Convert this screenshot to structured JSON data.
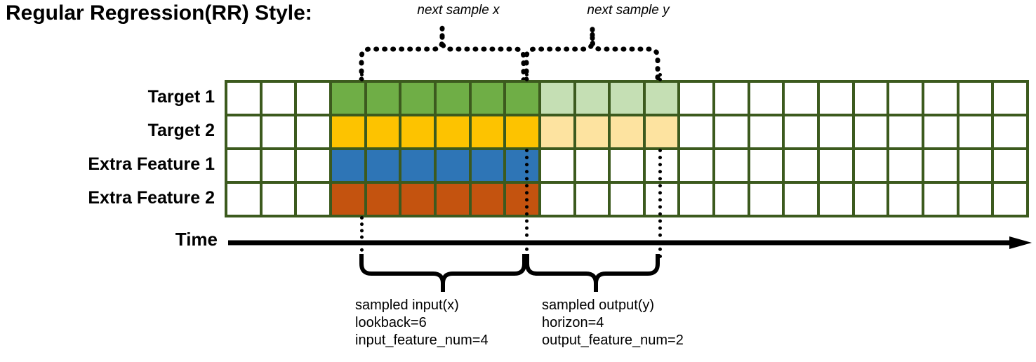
{
  "title": "Regular Regression(RR) Style:",
  "captions": {
    "next_sample_x": "next sample x",
    "next_sample_y": "next sample y"
  },
  "rows": [
    {
      "label": "Target 1",
      "key": "target-1"
    },
    {
      "label": "Target 2",
      "key": "target-2"
    },
    {
      "label": "Extra Feature 1",
      "key": "extra-feature-1"
    },
    {
      "label": "Extra Feature 2",
      "key": "extra-feature-2"
    }
  ],
  "time_axis": {
    "label": "Time",
    "arrow": "right-arrow-icon"
  },
  "annotations": {
    "input": {
      "line1": "sampled input(x)",
      "line2": "lookback=6",
      "line3": "input_feature_num=4"
    },
    "output": {
      "line1": "sampled output(y)",
      "line2": "horizon=4",
      "line3": "output_feature_num=2"
    }
  },
  "chart_data": {
    "type": "heatmap",
    "title": "Regular Regression(RR) Style:",
    "xlabel": "Time",
    "ylabel": "",
    "columns": 23,
    "row_names": [
      "Target 1",
      "Target 2",
      "Extra Feature 1",
      "Extra Feature 2"
    ],
    "lookback": 6,
    "horizon": 4,
    "input_feature_num": 4,
    "output_feature_num": 2,
    "input_window_columns": [
      3,
      4,
      5,
      6,
      7,
      8
    ],
    "output_window_columns": [
      9,
      10,
      11,
      12
    ],
    "legend": [
      "sampled input(x)",
      "sampled output(y)",
      "next sample x",
      "next sample y"
    ],
    "grid": true,
    "colors": {
      "border": "#3C5A1E",
      "empty": "#FFFFFF",
      "target1_input": "#6FAE46",
      "target1_output": "#C5DFB4",
      "target2_input": "#FDC300",
      "target2_output": "#FDE3A0",
      "extra_feature1_input": "#2E75B6",
      "extra_feature2_input": "#C4530F"
    },
    "cells": [
      [
        "",
        "",
        "",
        "green",
        "green",
        "green",
        "green",
        "green",
        "green",
        "greenlight",
        "greenlight",
        "greenlight",
        "greenlight",
        "",
        "",
        "",
        "",
        "",
        "",
        "",
        "",
        "",
        ""
      ],
      [
        "",
        "",
        "",
        "yellow",
        "yellow",
        "yellow",
        "yellow",
        "yellow",
        "yellow",
        "yellowlight",
        "yellowlight",
        "yellowlight",
        "yellowlight",
        "",
        "",
        "",
        "",
        "",
        "",
        "",
        "",
        "",
        ""
      ],
      [
        "",
        "",
        "",
        "blue",
        "blue",
        "blue",
        "blue",
        "blue",
        "blue",
        "",
        "",
        "",
        "",
        "",
        "",
        "",
        "",
        "",
        "",
        "",
        "",
        "",
        ""
      ],
      [
        "",
        "",
        "",
        "orange",
        "orange",
        "orange",
        "orange",
        "orange",
        "orange",
        "",
        "",
        "",
        "",
        "",
        "",
        "",
        "",
        "",
        "",
        "",
        "",
        "",
        ""
      ]
    ]
  }
}
